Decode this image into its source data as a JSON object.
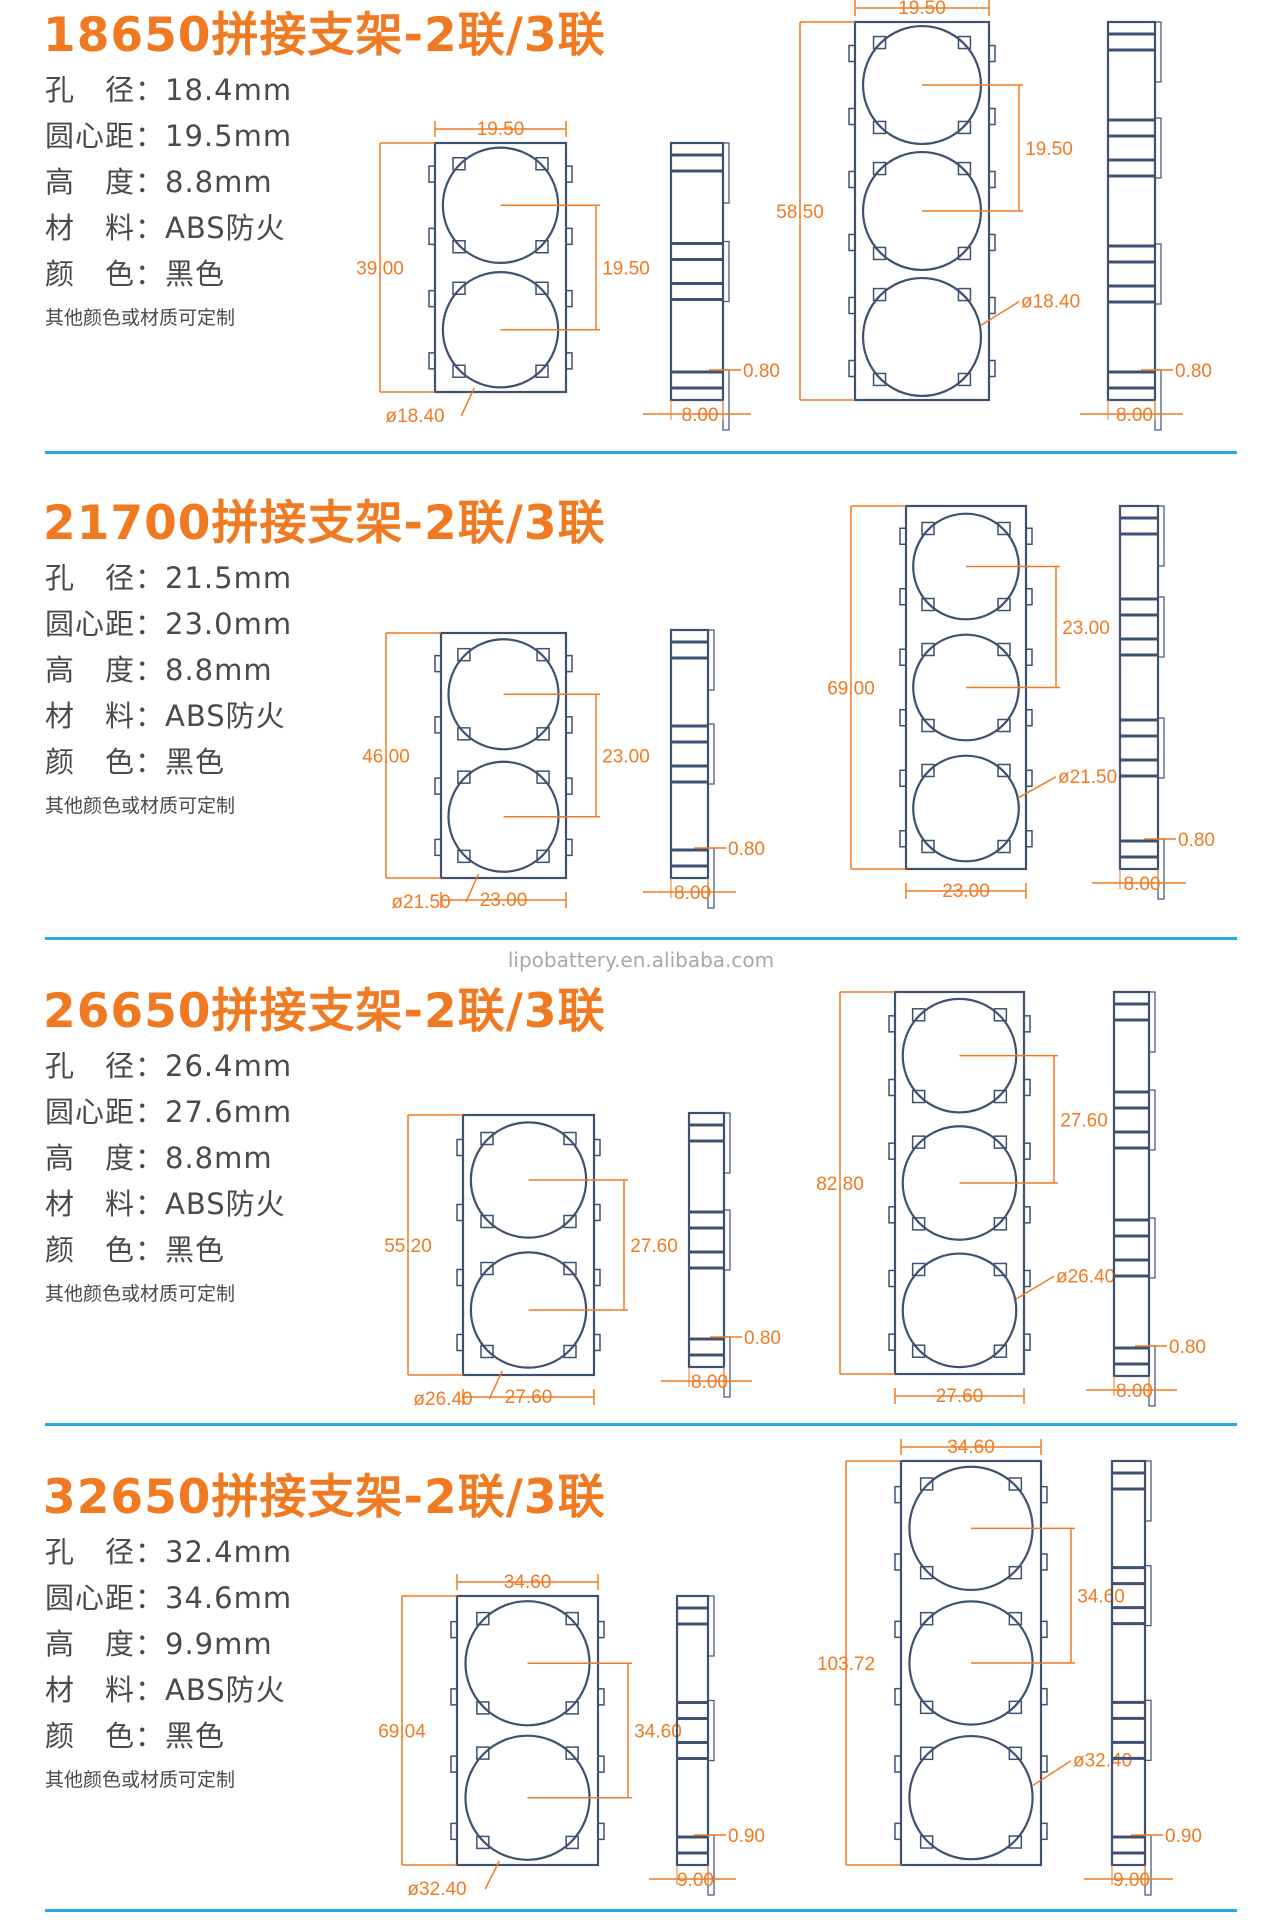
{
  "colors": {
    "title": "#F07A22",
    "dimension": "#F07A22",
    "outline": "#3D5170",
    "divider": "#29A8E0",
    "text": "#4A4A4A"
  },
  "watermark": "lipobattery.en.alibaba.com",
  "sections": [
    {
      "title": "18650拼接支架-2联/3联",
      "specs": [
        "孔　径：18.4mm",
        "圆心距：19.5mm",
        "高　度：8.8mm",
        "材　料：ABS防火",
        "颜　色：黑色"
      ],
      "note": "其他颜色或材质可定制",
      "two_cell": {
        "width": "19.50",
        "height": "39.00",
        "pitch": "19.50",
        "diameter": "ø18.40"
      },
      "side_two": {
        "thickness": "8.00",
        "gap": "0.80"
      },
      "three_cell": {
        "width": "19.50",
        "height": "58.50",
        "pitch": "19.50",
        "diameter": "ø18.40"
      },
      "side_three": {
        "thickness": "8.00",
        "gap": "0.80"
      }
    },
    {
      "title": "21700拼接支架-2联/3联",
      "specs": [
        "孔　径：21.5mm",
        "圆心距：23.0mm",
        "高　度：8.8mm",
        "材　料：ABS防火",
        "颜　色：黑色"
      ],
      "note": "其他颜色或材质可定制",
      "two_cell": {
        "width": "23.00",
        "height": "46.00",
        "pitch": "23.00",
        "diameter": "ø21.50"
      },
      "side_two": {
        "thickness": "8.00",
        "gap": "0.80"
      },
      "three_cell": {
        "width": "23.00",
        "height": "69.00",
        "pitch": "23.00",
        "diameter": "ø21.50"
      },
      "side_three": {
        "thickness": "8.00",
        "gap": "0.80"
      }
    },
    {
      "title": "26650拼接支架-2联/3联",
      "specs": [
        "孔　径：26.4mm",
        "圆心距：27.6mm",
        "高　度：8.8mm",
        "材　料：ABS防火",
        "颜　色：黑色"
      ],
      "note": "其他颜色或材质可定制",
      "two_cell": {
        "width": "27.60",
        "height": "55.20",
        "pitch": "27.60",
        "diameter": "ø26.40"
      },
      "side_two": {
        "thickness": "8.00",
        "gap": "0.80"
      },
      "three_cell": {
        "width": "27.60",
        "height": "82.80",
        "pitch": "27.60",
        "diameter": "ø26.40"
      },
      "side_three": {
        "thickness": "8.00",
        "gap": "0.80"
      }
    },
    {
      "title": "32650拼接支架-2联/3联",
      "specs": [
        "孔　径：32.4mm",
        "圆心距：34.6mm",
        "高　度：9.9mm",
        "材　料：ABS防火",
        "颜　色：黑色"
      ],
      "note": "其他颜色或材质可定制",
      "two_cell": {
        "width": "34.60",
        "height": "69.04",
        "pitch": "34.60",
        "diameter": "ø32.40"
      },
      "side_two": {
        "thickness": "9.00",
        "gap": "0.90"
      },
      "three_cell": {
        "width": "34.60",
        "height": "103.72",
        "pitch": "34.60",
        "diameter": "ø32.40"
      },
      "side_three": {
        "thickness": "9.00",
        "gap": "0.90"
      }
    }
  ]
}
